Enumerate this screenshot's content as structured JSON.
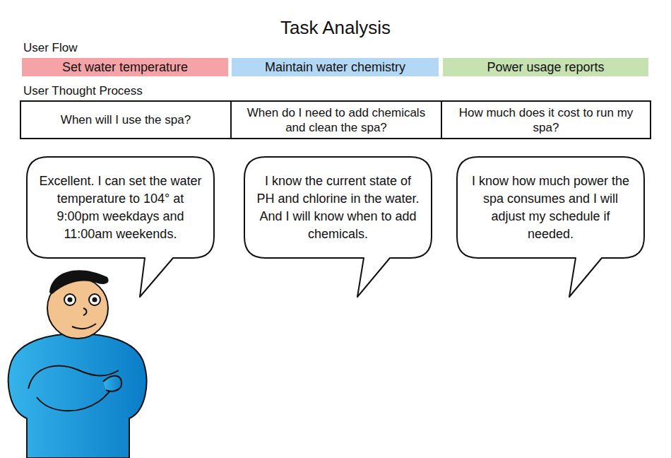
{
  "diagram": {
    "title": "Task Analysis",
    "nodes": [
      {
        "text": [
          "Set water temperature"
        ]
      },
      {
        "text": [
          "Maintain water chemistry"
        ]
      },
      {
        "text": [
          "Power usage reports"
        ]
      },
      {
        "text": [
          "When will I use the spa?"
        ]
      },
      {
        "text": [
          "When do I need to add chemicals and clean the spa?"
        ]
      },
      {
        "text": [
          "How much does it cost to run my spa?"
        ]
      },
      {
        "text": [
          "Excellent. I can set the water temperature to 104° at 9:00pm weekdays and 11:00am weekends."
        ]
      },
      {
        "text": [
          "I know the current state of PH and chlorine in the water. And I will know when to add chemicals."
        ]
      },
      {
        "text": [
          "I know how much power the spa consumes and I will adjust my schedule if needed."
        ]
      }
    ],
    "labels": [
      "User Flow",
      "User Thought Process"
    ]
  }
}
